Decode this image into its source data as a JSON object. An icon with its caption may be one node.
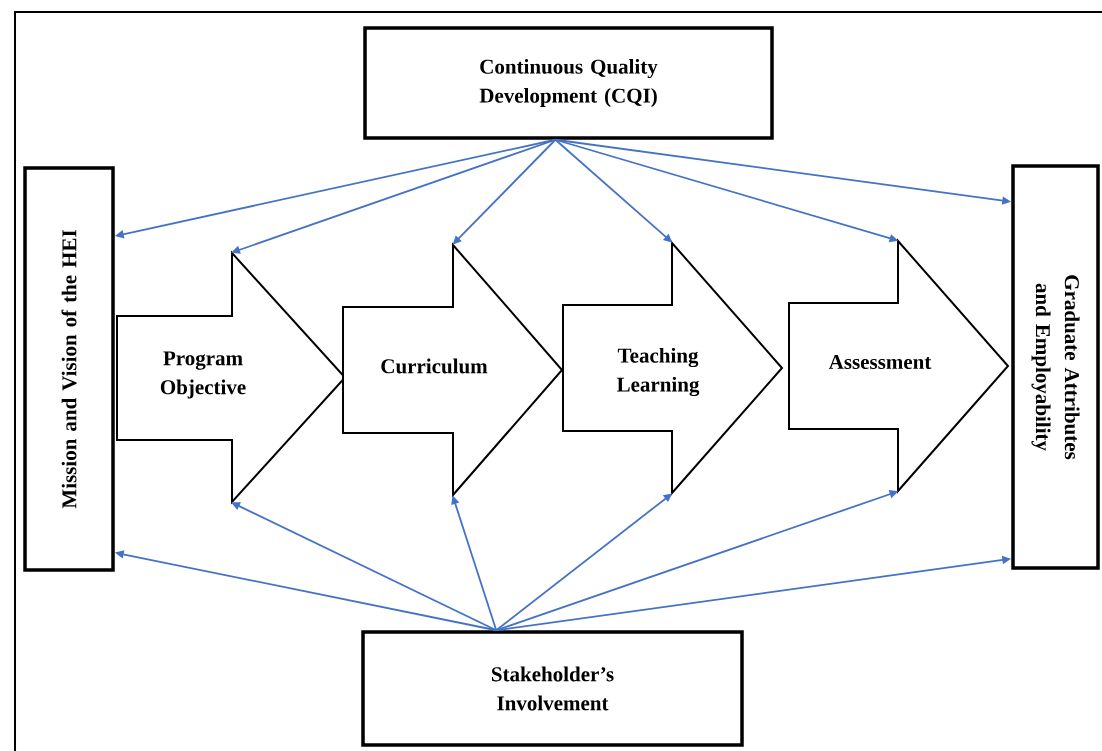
{
  "diagram": {
    "nodes": [
      {
        "text": [
          "Continuous Quality Development (CQI)"
        ]
      },
      {
        "text": [
          "Mission and Vision of the HEI"
        ]
      },
      {
        "text": [
          "Program Objective"
        ]
      },
      {
        "text": [
          "Curriculum"
        ]
      },
      {
        "text": [
          "Teaching Learning"
        ]
      },
      {
        "text": [
          "Assessment"
        ]
      },
      {
        "text": [
          "Graduate Attributes and Employability"
        ]
      },
      {
        "text": [
          "Stakeholder’s Involvement"
        ]
      }
    ],
    "edges": [
      {
        "from": 0,
        "to": 1,
        "arrow": "to"
      },
      {
        "from": 0,
        "to": 2,
        "arrow": "to"
      },
      {
        "from": 0,
        "to": 3,
        "arrow": "to"
      },
      {
        "from": 0,
        "to": 4,
        "arrow": "to"
      },
      {
        "from": 0,
        "to": 5,
        "arrow": "to"
      },
      {
        "from": 0,
        "to": 6,
        "arrow": "to"
      },
      {
        "from": 7,
        "to": 1,
        "arrow": "to"
      },
      {
        "from": 7,
        "to": 2,
        "arrow": "to"
      },
      {
        "from": 7,
        "to": 3,
        "arrow": "to"
      },
      {
        "from": 7,
        "to": 4,
        "arrow": "to"
      },
      {
        "from": 7,
        "to": 5,
        "arrow": "to"
      },
      {
        "from": 7,
        "to": 6,
        "arrow": "to"
      }
    ]
  }
}
